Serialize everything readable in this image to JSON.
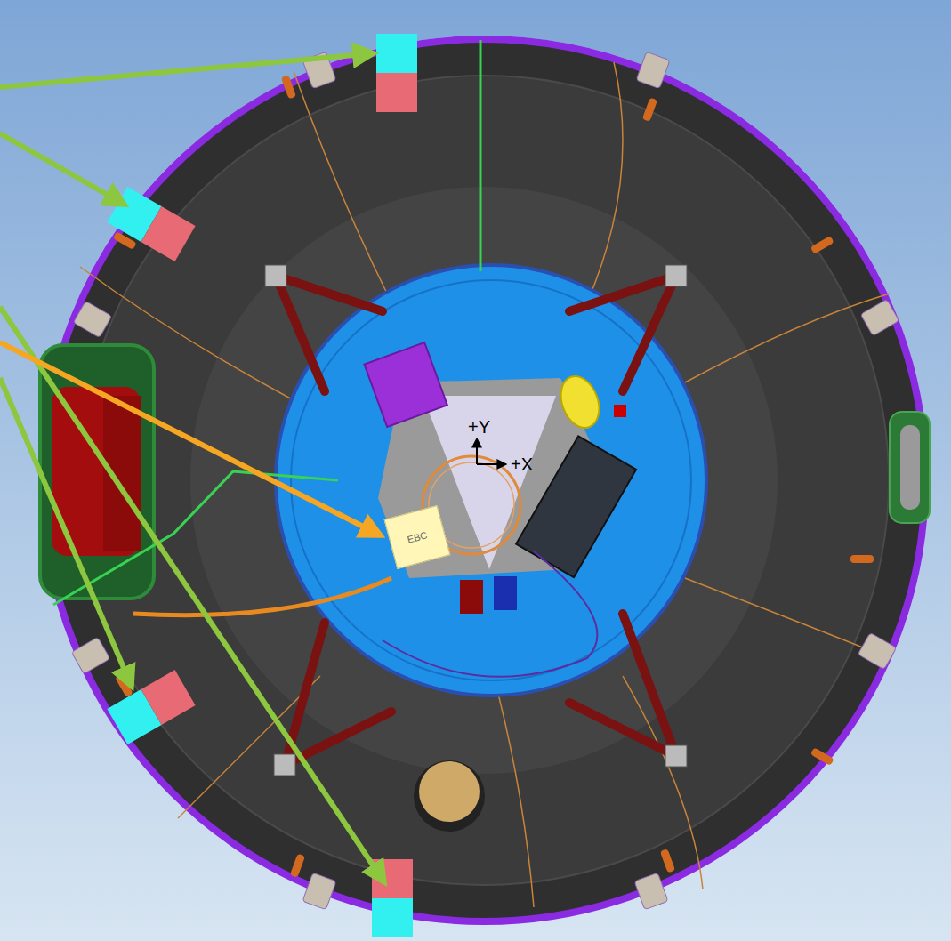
{
  "diagram": {
    "nodes": [
      {
        "text": [
          "EBC"
        ]
      }
    ],
    "edges": [],
    "labels": [
      "+Y",
      "+X"
    ]
  }
}
